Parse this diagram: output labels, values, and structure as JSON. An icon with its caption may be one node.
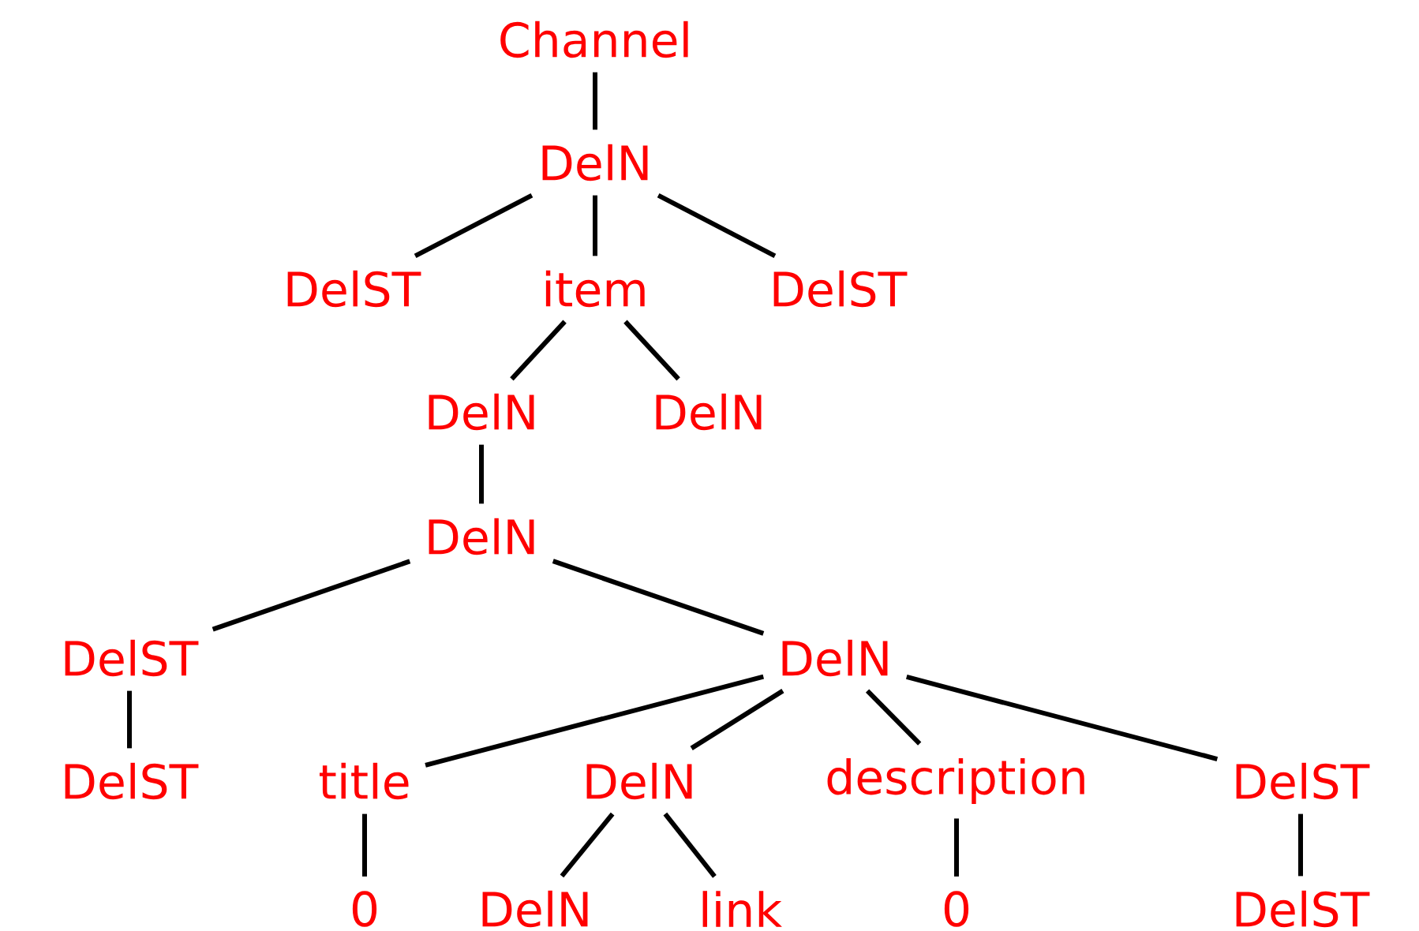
{
  "diagram": {
    "nodes": [
      {
        "text": [
          "Channel"
        ]
      },
      {
        "text": [
          "DelN"
        ]
      },
      {
        "text": [
          "DelST"
        ]
      },
      {
        "text": [
          "item"
        ]
      },
      {
        "text": [
          "DelST"
        ]
      },
      {
        "text": [
          "DelN"
        ]
      },
      {
        "text": [
          "DelN"
        ]
      },
      {
        "text": [
          "DelN"
        ]
      },
      {
        "text": [
          "DelST"
        ]
      },
      {
        "text": [
          "DelN"
        ]
      },
      {
        "text": [
          "DelST"
        ]
      },
      {
        "text": [
          "title"
        ]
      },
      {
        "text": [
          "DelN"
        ]
      },
      {
        "text": [
          "description"
        ]
      },
      {
        "text": [
          "DelST"
        ]
      },
      {
        "text": [
          "0"
        ]
      },
      {
        "text": [
          "DelN"
        ]
      },
      {
        "text": [
          "link"
        ]
      },
      {
        "text": [
          "0"
        ]
      },
      {
        "text": [
          "DelST"
        ]
      }
    ],
    "edges": [
      {
        "from": 0,
        "to": 1,
        "arrow": "none"
      },
      {
        "from": 1,
        "to": 2,
        "arrow": "none"
      },
      {
        "from": 1,
        "to": 3,
        "arrow": "none"
      },
      {
        "from": 1,
        "to": 4,
        "arrow": "none"
      },
      {
        "from": 3,
        "to": 5,
        "arrow": "none"
      },
      {
        "from": 3,
        "to": 6,
        "arrow": "none"
      },
      {
        "from": 5,
        "to": 7,
        "arrow": "none"
      },
      {
        "from": 7,
        "to": 8,
        "arrow": "none"
      },
      {
        "from": 7,
        "to": 9,
        "arrow": "none"
      },
      {
        "from": 8,
        "to": 10,
        "arrow": "none"
      },
      {
        "from": 9,
        "to": 11,
        "arrow": "none"
      },
      {
        "from": 9,
        "to": 12,
        "arrow": "none"
      },
      {
        "from": 9,
        "to": 13,
        "arrow": "none"
      },
      {
        "from": 9,
        "to": 14,
        "arrow": "none"
      },
      {
        "from": 11,
        "to": 15,
        "arrow": "none"
      },
      {
        "from": 12,
        "to": 16,
        "arrow": "none"
      },
      {
        "from": 12,
        "to": 17,
        "arrow": "none"
      },
      {
        "from": 13,
        "to": 18,
        "arrow": "none"
      },
      {
        "from": 14,
        "to": 19,
        "arrow": "none"
      }
    ]
  }
}
